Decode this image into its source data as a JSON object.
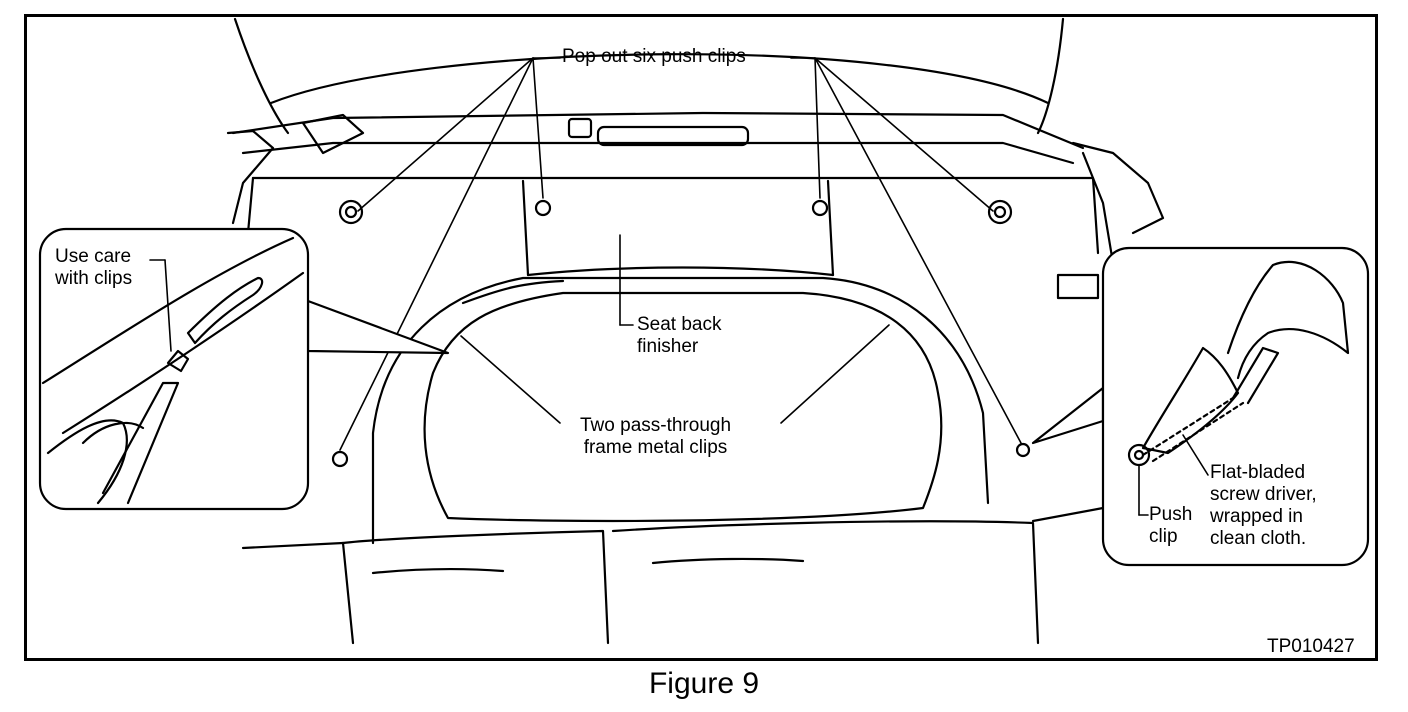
{
  "labels": {
    "pop_out": "Pop out six push clips",
    "use_care": "Use care\nwith clips",
    "seat_back": "Seat back\nfinisher",
    "pass_through": "Two pass-through\nframe metal clips",
    "push_clip": "Push\nclip",
    "screwdriver": "Flat-bladed\nscrew driver,\nwrapped in\nclean cloth."
  },
  "figure_id": "TP010427",
  "caption": "Figure 9"
}
